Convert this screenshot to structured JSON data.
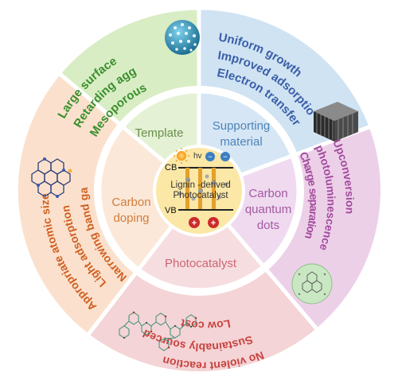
{
  "center": {
    "hv": "hv",
    "cb": "CB",
    "vb": "VB",
    "line1": "Lignin -derived",
    "line2": "Photocatalyst",
    "minus": "−",
    "plus": "+"
  },
  "sections": {
    "template": {
      "label": "Template",
      "ring": [
        "Mesoporous",
        "Retarding aggregation",
        "Large surface area"
      ],
      "colors": {
        "outer": "#d9edc4",
        "inner": "#e4f1d4",
        "text": "#3a8f2e",
        "label": "#6a8f4f"
      }
    },
    "supporting": {
      "label_line1": "Supporting",
      "label_line2": "material",
      "ring": [
        "Uniform growth",
        "Improved adsorption",
        "Electron transfer"
      ],
      "colors": {
        "outer": "#cfe3f3",
        "inner": "#d6e6f5",
        "text": "#3b5fa8",
        "label": "#4d84b8"
      }
    },
    "cqd": {
      "label_line1": "Carbon",
      "label_line2": "quantum",
      "label_line3": "dots",
      "ring": [
        "Upconversion",
        "photoluminescence",
        "Charge separation"
      ],
      "colors": {
        "outer": "#ecd0e8",
        "inner": "#efdaf0",
        "text": "#a34a9d",
        "label": "#a45aa0"
      }
    },
    "photocatalyst": {
      "label": "Photocatalyst",
      "ring": [
        "Low cost",
        "Sustainably sourced",
        "No violent reaction"
      ],
      "colors": {
        "outer": "#f4d4d6",
        "inner": "#f6dde0",
        "text": "#c8423f",
        "label": "#cc6672"
      }
    },
    "doping": {
      "label_line1": "Carbon",
      "label_line2": "doping",
      "ring": [
        "Appropriate atomic size",
        "Light adsorption",
        "Narrowing band gap"
      ],
      "colors": {
        "outer": "#fbe1cd",
        "inner": "#fbe8d8",
        "text": "#d05f21",
        "label": "#d27d3c"
      }
    }
  },
  "center_colors": {
    "disk": "#fbe7a6",
    "sun": "#f5a623",
    "cb": "#222222",
    "bar": "#e4a12b",
    "plus_ball": "#cc2b2b",
    "minus_ball": "#3a7ec3"
  }
}
